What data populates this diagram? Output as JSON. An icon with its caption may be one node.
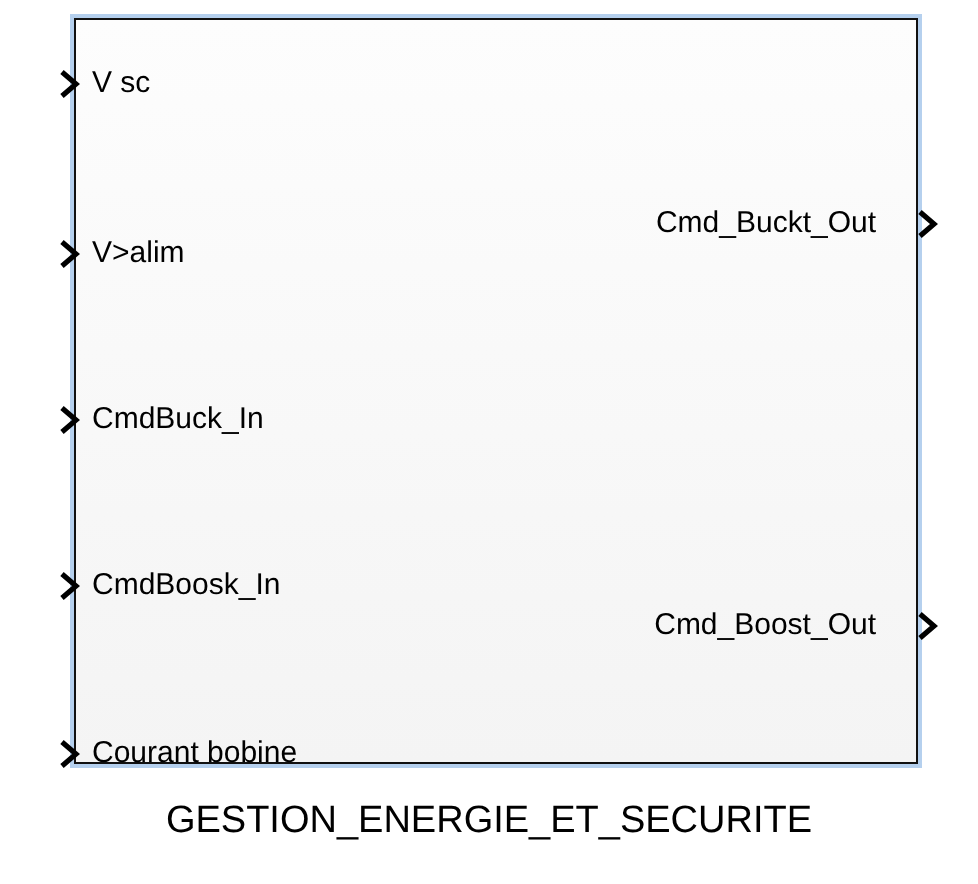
{
  "diagram": {
    "nodes": [
      {
        "text": [
          "GESTION_ENERGIE_ET_SECURITE"
        ]
      }
    ],
    "edges": [],
    "labels": [
      "V sc",
      "Cmd_Buckt_Out",
      "V>alim",
      "CmdBuck_In",
      "CmdBoosk_In",
      "Cmd_Boost_Out",
      "Courant bobine"
    ]
  }
}
